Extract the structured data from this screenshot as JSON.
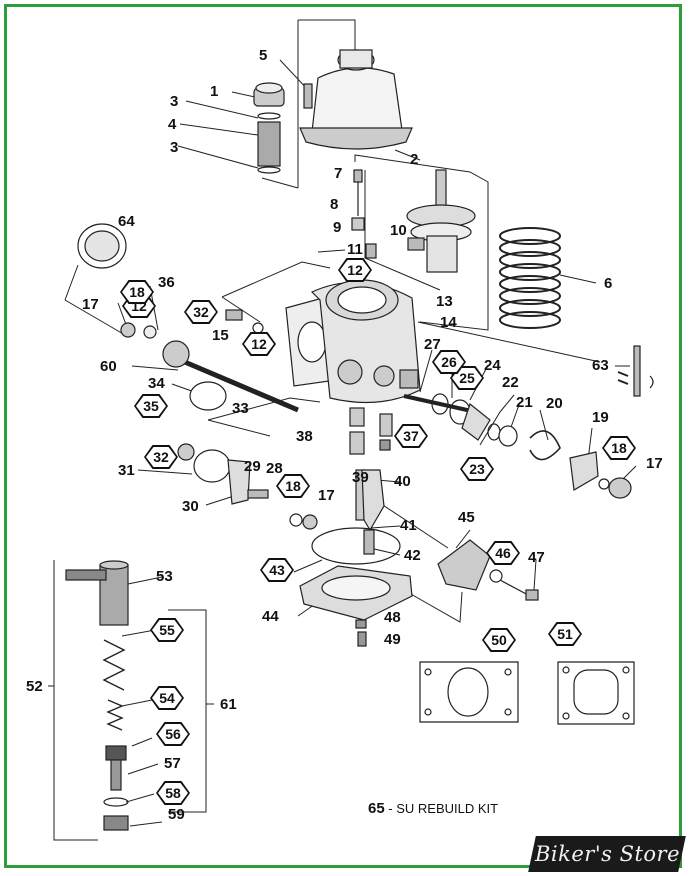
{
  "diagram": {
    "labels": [
      "1",
      "2",
      "3",
      "3",
      "4",
      "5",
      "6",
      "7",
      "8",
      "9",
      "10",
      "11",
      "13",
      "14",
      "15",
      "17",
      "17",
      "17",
      "19",
      "20",
      "21",
      "22",
      "24",
      "27",
      "28",
      "29",
      "30",
      "31",
      "33",
      "34",
      "36",
      "38",
      "39",
      "40",
      "41",
      "42",
      "44",
      "45",
      "47",
      "48",
      "49",
      "52",
      "53",
      "57",
      "59",
      "60",
      "61",
      "63",
      "64"
    ],
    "hex_labels": [
      "12",
      "12",
      "12",
      "18",
      "18",
      "18",
      "23",
      "25",
      "26",
      "32",
      "32",
      "35",
      "37",
      "43",
      "46",
      "50",
      "51",
      "54",
      "55",
      "56",
      "58"
    ],
    "kit_note": {
      "number": "65",
      "text": " - SU REBUILD KIT"
    }
  },
  "watermark": {
    "text": "Biker's Store"
  },
  "colors": {
    "frame": "#2e9e3a",
    "ink": "#111111",
    "background": "#ffffff"
  }
}
